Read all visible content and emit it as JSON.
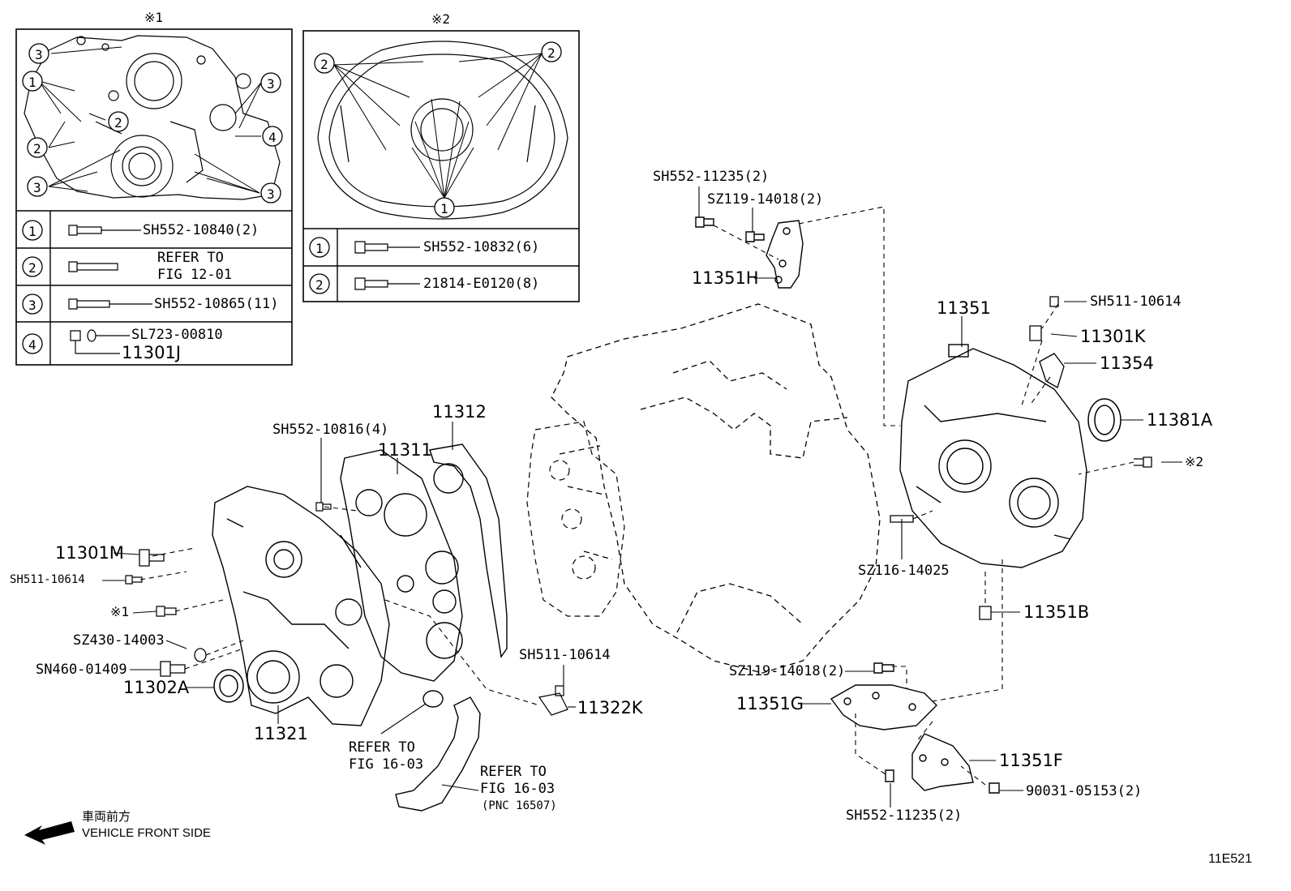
{
  "inset1": {
    "mark": "※1",
    "rows": [
      {
        "num": "1",
        "text": "SH552-10840(2)"
      },
      {
        "num": "2",
        "text": "REFER TO\nFIG 12-01"
      },
      {
        "num": "3",
        "text": "SH552-10865(11)"
      },
      {
        "num": "4",
        "text": "SL723-00810",
        "text2": "11301J"
      }
    ]
  },
  "inset2": {
    "mark": "※2",
    "rows": [
      {
        "num": "1",
        "text": "SH552-10832(6)"
      },
      {
        "num": "2",
        "text": "21814-E0120(8)"
      }
    ]
  },
  "labels": {
    "sh552_11235_top": "SH552-11235(2)",
    "sz119_14018_top": "SZ119-14018(2)",
    "p11351h": "11351H",
    "p11351": "11351",
    "sh511_10614_right": "SH511-10614",
    "p11301k": "11301K",
    "p11354": "11354",
    "p11381a": "11381A",
    "mark2_right": "※2",
    "sz116_14025": "SZ116-14025",
    "p11351b": "11351B",
    "sz119_14018_low": "SZ119-14018(2)",
    "p11351g": "11351G",
    "p11351f": "11351F",
    "p90031_05153": "90031-05153(2)",
    "sh552_11235_low": "SH552-11235(2)",
    "p11312": "11312",
    "sh552_10816": "SH552-10816(4)",
    "p11311": "11311",
    "p11301m": "11301M",
    "sh511_10614_left": "SH511-10614",
    "mark1_left": "※1",
    "sz430_14003": "SZ430-14003",
    "sn460_01409": "SN460-01409",
    "p11302a": "11302A",
    "p11321": "11321",
    "ref_16_03_a": "REFER TO\nFIG 16-03",
    "ref_16_03_b": "REFER TO\nFIG 16-03",
    "pnc_16507": "(PNC 16507)",
    "sh511_10614_mid": "SH511-10614",
    "p11322k": "11322K",
    "front_jp": "車両前方",
    "front_en": "VEHICLE FRONT SIDE",
    "fig_code": "11E521"
  }
}
